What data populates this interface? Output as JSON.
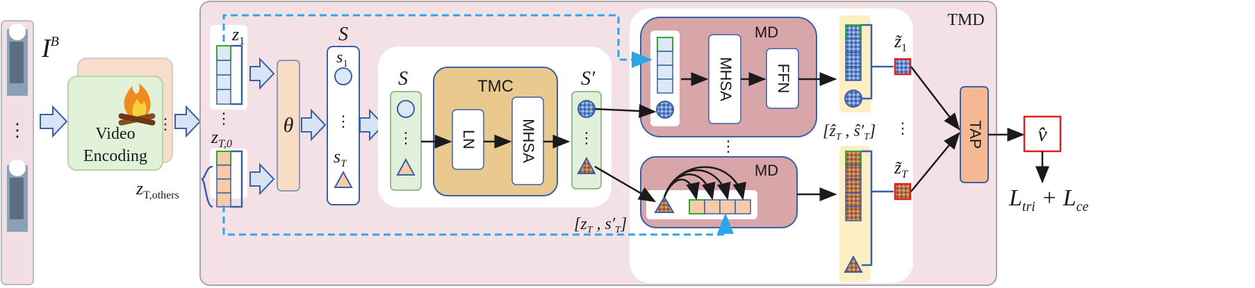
{
  "input": {
    "label_main": "I",
    "label_sup": "B",
    "dots": "⋮"
  },
  "encoder": {
    "line1": "Video",
    "line2": "Encoding",
    "icon": "fire-icon",
    "dots": "⋮"
  },
  "tokens": {
    "z1_main": "z",
    "z1_sub": "1",
    "zT0_main": "z",
    "zT0_sub": "T,0",
    "zTothers_main": "z",
    "zTothers_sub": "T,others",
    "dots": "⋮"
  },
  "theta": {
    "label": "θ"
  },
  "s_column": {
    "title": "S",
    "s1_main": "s",
    "s1_sub": "1",
    "sT_main": "s",
    "sT_sub": "T",
    "dots": "⋮"
  },
  "tmc": {
    "title": "TMC",
    "s_label": "S",
    "s_prime_label": "S′",
    "ln": "LN",
    "mhsa": "MHSA",
    "dots": "⋮"
  },
  "tmd": {
    "title": "TMD",
    "md_top_title": "MD",
    "md_bottom_title": "MD",
    "mhsa": "MHSA",
    "ffn": "FFN",
    "between_dots": "⋮",
    "pair_label": "[z_T , s′_T]",
    "hat_pair_label": "[ẑ_T , ŝ′_T]",
    "z1tilde_main": "z̃",
    "z1tilde_sub": "1",
    "zTtilde_main": "z̃",
    "zTtilde_sub": "T",
    "right_dots": "⋮"
  },
  "tap": {
    "label": "TAP"
  },
  "output": {
    "v_hat": "v̂",
    "loss": "L_tri + L_ce"
  },
  "colors": {
    "outer_fill": "#f3e1e6",
    "outer_stroke": "#a7a7a7",
    "token_blue": "#dce8f5",
    "token_orange": "#f7cba8",
    "token_green": "#2eaa2e",
    "column_stroke": "#3a5fa5",
    "theta_fill": "#f9dcc6",
    "tmc_fill": "#e9c98d",
    "md_fill": "#d8a5a8",
    "arrow_fill": "#d7e4f3",
    "dashed_line": "#2aa7e8",
    "tap_fill": "#f4b892",
    "vhat_stroke": "#e02020"
  }
}
